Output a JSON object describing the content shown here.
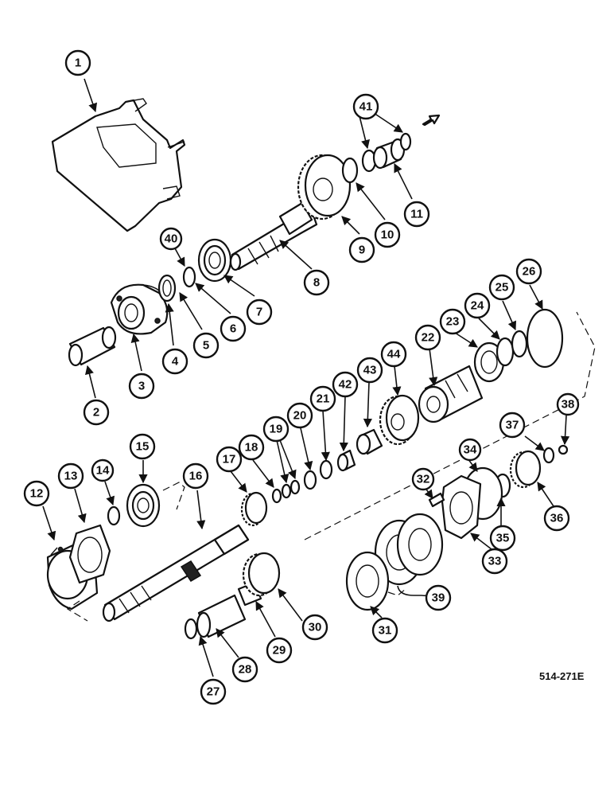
{
  "diagram": {
    "reference_code": "514-271E",
    "callouts": [
      "1",
      "2",
      "3",
      "4",
      "5",
      "6",
      "7",
      "8",
      "9",
      "10",
      "11",
      "12",
      "13",
      "14",
      "15",
      "16",
      "17",
      "18",
      "19",
      "20",
      "21",
      "22",
      "23",
      "24",
      "25",
      "26",
      "27",
      "28",
      "29",
      "30",
      "31",
      "32",
      "33",
      "34",
      "35",
      "36",
      "37",
      "38",
      "39",
      "40",
      "41",
      "42",
      "43",
      "44"
    ]
  }
}
